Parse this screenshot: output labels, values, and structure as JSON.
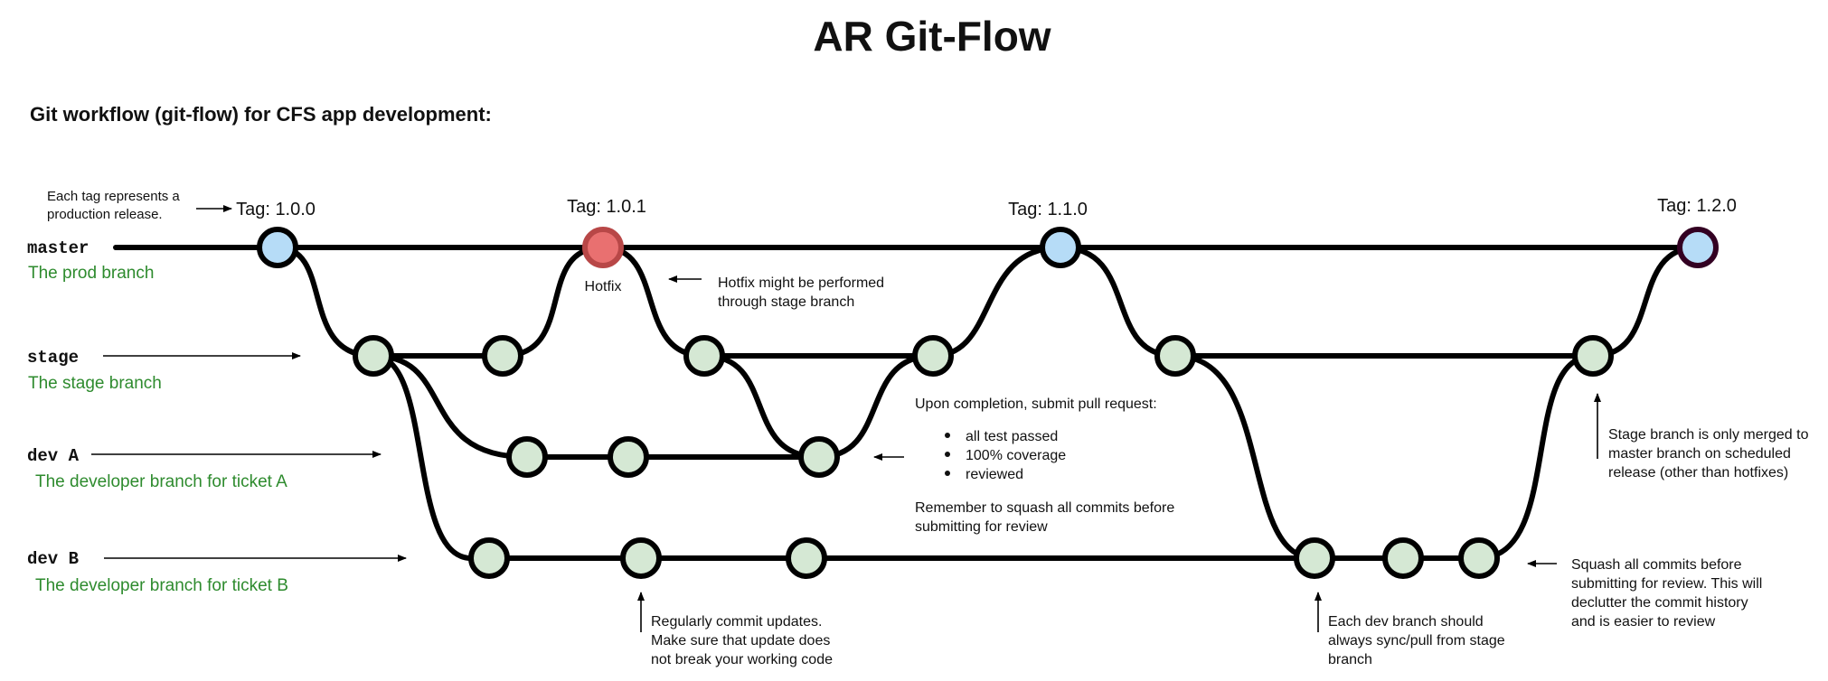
{
  "title": "AR Git-Flow",
  "subtitle": "Git workflow (git-flow) for CFS app development:",
  "branches": [
    {
      "name": "master",
      "desc": "The prod branch"
    },
    {
      "name": "stage",
      "desc": "The stage branch"
    },
    {
      "name": "dev A",
      "desc": "The developer branch for ticket A"
    },
    {
      "name": "dev B",
      "desc": "The developer branch for ticket B"
    }
  ],
  "tags": [
    "Tag: 1.0.0",
    "Tag: 1.0.1",
    "Tag: 1.1.0",
    "Tag: 1.2.0"
  ],
  "hotfix_label": "Hotfix",
  "notes": {
    "tag_note": [
      "Each tag represents a",
      "production release."
    ],
    "hotfix_note": [
      "Hotfix might be performed",
      "through stage branch"
    ],
    "pr_intro": "Upon completion, submit pull request:",
    "pr_items": [
      "all test passed",
      "100% coverage",
      "reviewed"
    ],
    "squash_reminder": [
      "Remember to squash all commits before",
      "submitting for review"
    ],
    "commit_note": [
      "Regularly commit updates.",
      "Make sure that update does",
      "not break your working code"
    ],
    "sync_note": [
      "Each dev branch should",
      "always sync/pull from stage",
      "branch"
    ],
    "squash_note": [
      "Squash all commits before",
      "submitting for review. This will",
      "declutter the commit history",
      "and is easier to review"
    ],
    "stage_note": [
      "Stage branch is only merged to",
      "master branch on scheduled",
      "release (other than hotfixes)"
    ]
  },
  "colors": {
    "commit": "#d5e8d4",
    "tag": "#b6dcf7",
    "hotfix": "#e97070",
    "branch_desc": "#2e8b2e"
  }
}
